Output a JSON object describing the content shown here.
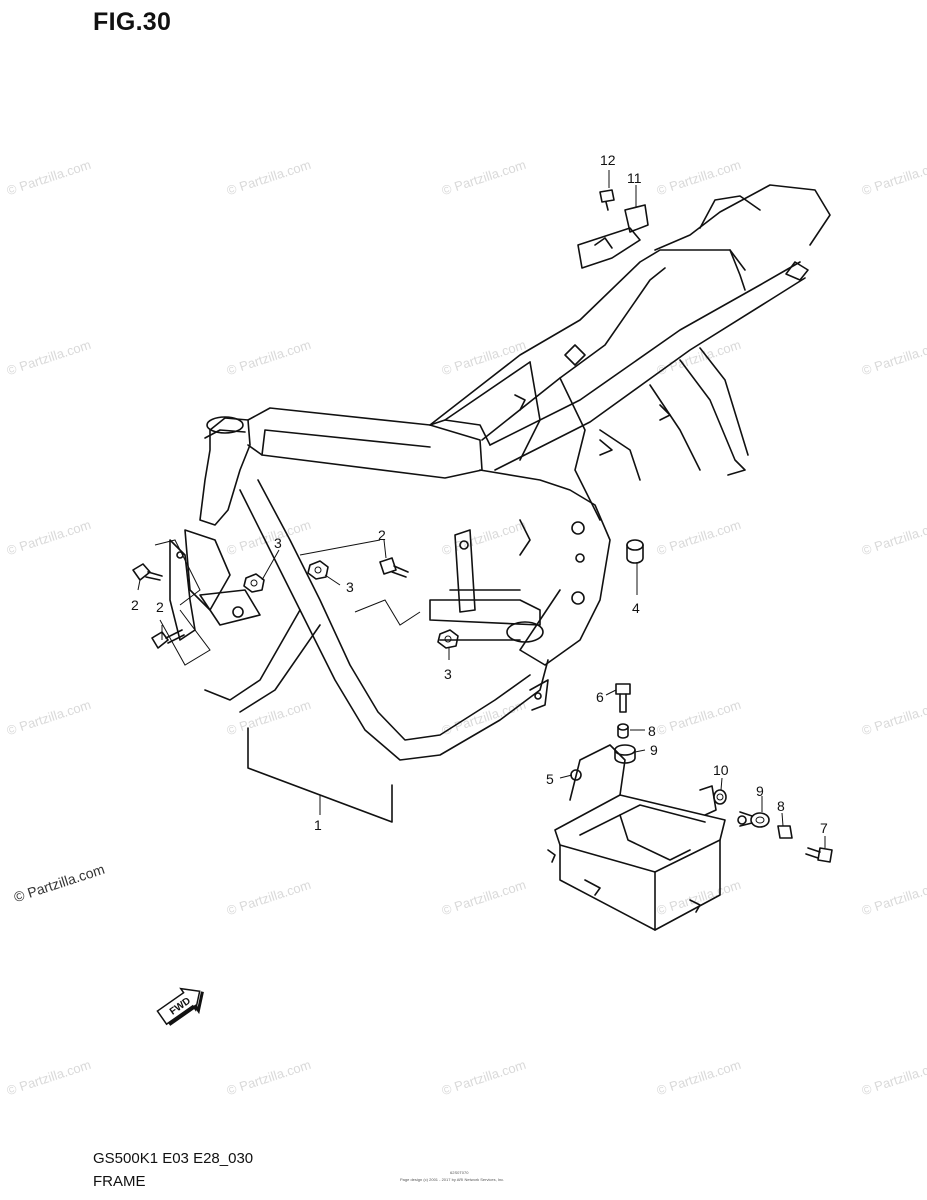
{
  "figure": {
    "title": "FIG.30",
    "model_code": "GS500K1 E03 E28_030",
    "section_name": "FRAME",
    "watermark": "© Partzilla.com",
    "fine_print_1": "62S0T070",
    "fine_print_2": "Page design (c) 2001 - 2017 by ARI Network Services, Inc."
  },
  "callouts": [
    {
      "id": "1",
      "label": "1"
    },
    {
      "id": "2a",
      "label": "2"
    },
    {
      "id": "2b",
      "label": "2"
    },
    {
      "id": "2c",
      "label": "2"
    },
    {
      "id": "3a",
      "label": "3"
    },
    {
      "id": "3b",
      "label": "3"
    },
    {
      "id": "3c",
      "label": "3"
    },
    {
      "id": "4",
      "label": "4"
    },
    {
      "id": "5",
      "label": "5"
    },
    {
      "id": "6",
      "label": "6"
    },
    {
      "id": "7",
      "label": "7"
    },
    {
      "id": "8a",
      "label": "8"
    },
    {
      "id": "8b",
      "label": "8"
    },
    {
      "id": "9a",
      "label": "9"
    },
    {
      "id": "9b",
      "label": "9"
    },
    {
      "id": "10",
      "label": "10"
    },
    {
      "id": "11",
      "label": "11"
    },
    {
      "id": "12",
      "label": "12"
    }
  ],
  "fwd_badge": "FWD"
}
